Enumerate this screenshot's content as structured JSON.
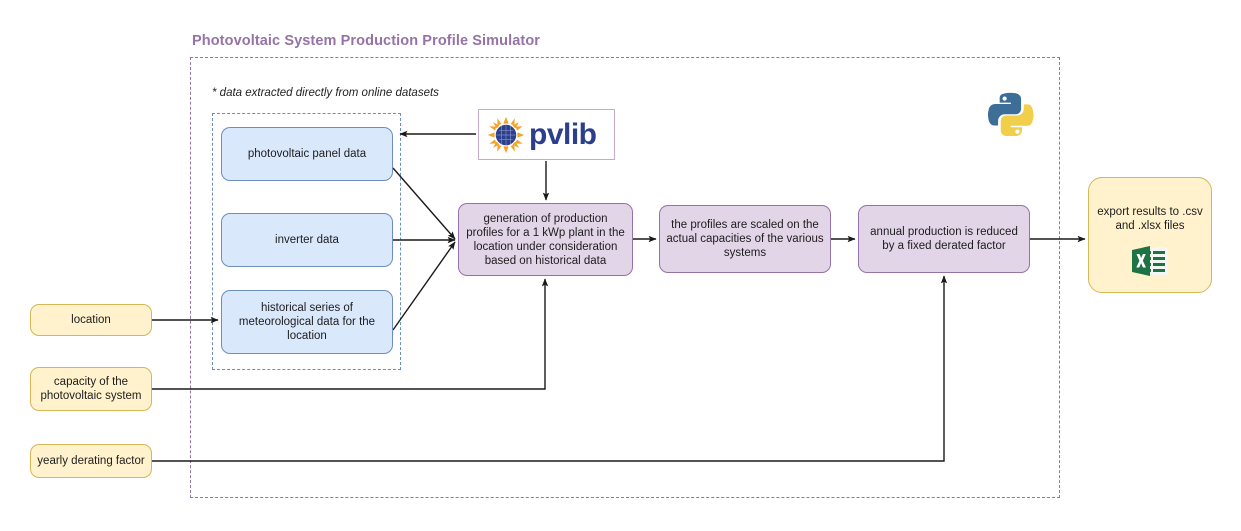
{
  "title": "Photovoltaic System Production Profile Simulator",
  "note": "* data extracted directly from online datasets",
  "logos": {
    "pvlib_word": "pvlib",
    "pvlib_name": "pvlib-logo",
    "python_name": "python-logo",
    "excel_name": "excel-icon"
  },
  "colors": {
    "title_purple": "#9673a6",
    "blue_fill": "#dae8fc",
    "blue_stroke": "#6c8ebf",
    "purple_fill": "#e1d5e7",
    "purple_stroke": "#9673a6",
    "yellow_fill": "#fff2cc",
    "yellow_stroke": "#d6b656",
    "arrow": "#1a1a1a",
    "pvlib_blue": "#2b3f8c",
    "pvlib_orange": "#f5a22a",
    "python_blue": "#3c6e98",
    "python_yellow": "#f2cf4a",
    "excel_green": "#1f7244"
  },
  "inputs": [
    {
      "id": "location",
      "label": "location"
    },
    {
      "id": "capacity",
      "label": "capacity of the\nphotovoltaic system"
    },
    {
      "id": "derating",
      "label": "yearly derating factor"
    }
  ],
  "datasets": [
    {
      "id": "panel",
      "label": "photovoltaic panel data"
    },
    {
      "id": "inverter",
      "label": "inverter data"
    },
    {
      "id": "historical",
      "label": "historical series of meteorological data for the location"
    }
  ],
  "processes": [
    {
      "id": "generation",
      "label": "generation of production profiles for a 1 kWp plant in the location under consideration based on historical data"
    },
    {
      "id": "scaling",
      "label": "the profiles are scaled on the actual capacities of the various systems"
    },
    {
      "id": "derating",
      "label": "annual production is reduced by a fixed derated factor"
    }
  ],
  "output": {
    "id": "export",
    "label": "export results to .csv and .xlsx files"
  }
}
